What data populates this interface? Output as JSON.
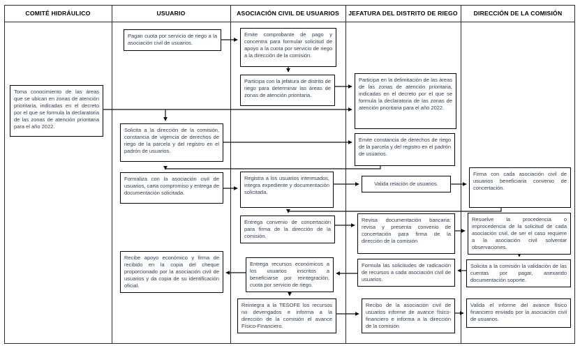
{
  "lanes": [
    {
      "label": "COMITÉ HIDRÁULICO"
    },
    {
      "label": "USUARIO"
    },
    {
      "label": "ASOCIACIÓN CIVIL DE USUARIOS"
    },
    {
      "label": "JEFATURA DEL DISTRITO DE RIEGO"
    },
    {
      "label": "DIRECCIÓN DE LA COMISIÓN"
    }
  ],
  "boxes": [
    {
      "lane": "USUARIO",
      "text": "Pagan cuota por servicio de riego a la asociación civil de usuarios."
    },
    {
      "lane": "ASOCIACIÓN CIVIL DE USUARIOS",
      "text": "Emite comprobante de pago y concentra para formular solicitud de apoyo a la cuota por servicio de riego a la dirección de la comisión."
    },
    {
      "lane": "ASOCIACIÓN CIVIL DE USUARIOS",
      "text": "Participa con la jefatura de distrito de riego para determinar las áreas de zonas de atención prioritaria."
    },
    {
      "lane": "JEFATURA DEL DISTRITO DE RIEGO",
      "text": "Participa en la delimitación de las áreas de las zonas de atención prioritaria, indicadas en el decreto por el que se formula la declaratoria de las zonas de atención prioritaria para el año 2022."
    },
    {
      "lane": "COMITÉ HIDRÁULICO",
      "text": "Toma conocimiento de las áreas que se ubican en zonas de atención prioritaria, indicadas en el decreto por el que se formula la declaratoria de las zonas de atención prioritaria para el año 2022."
    },
    {
      "lane": "USUARIO",
      "text": "Solicita a la dirección de la comisión, constancia de vigencia de derechos de riego de la parcela y del registro en el padrón de usuarios."
    },
    {
      "lane": "JEFATURA DEL DISTRITO DE RIEGO",
      "text": "Emite constancia de derechos de riego de la parcela y del registro en el padrón de usuarios."
    },
    {
      "lane": "USUARIO",
      "text": "Formaliza con la asociación civil de usuarios, carta compromiso y entrega de documentación solicitada."
    },
    {
      "lane": "ASOCIACIÓN CIVIL DE USUARIOS",
      "text": "Registra a los usuarios interesados, integra expediente y documentación solicitada."
    },
    {
      "lane": "JEFATURA DEL DISTRITO DE RIEGO",
      "text": "Valida relación de usuarios."
    },
    {
      "lane": "DIRECCIÓN DE LA COMISIÓN",
      "text": "Firma con cada asociación civil de usuarios beneficiaria convenio de concertación."
    },
    {
      "lane": "ASOCIACIÓN CIVIL DE USUARIOS",
      "text": "Entrega convenio de concertación para firma de la dirección de la comisión."
    },
    {
      "lane": "JEFATURA DEL DISTRITO DE RIEGO",
      "text": "Revisa documentación bancaria: revisa y presenta convenio de concertación para firma de la dirección de la comisión"
    },
    {
      "lane": "DIRECCIÓN DE LA COMISIÓN",
      "text": "Resuelve la procedencia o improcedencia de la solicitud de cada asociación civil, de ser el caso requiere a la asociación civil solventar observaciones."
    },
    {
      "lane": "DIRECCIÓN DE LA COMISIÓN",
      "text": "Solicita a la comisión la validación de las cuentas por pagar, anexando documentación soporte."
    },
    {
      "lane": "JEFATURA DEL DISTRITO DE RIEGO",
      "text": "Formula las solicitudes de radicación de recursos a cada asociación civil de usuarios."
    },
    {
      "lane": "ASOCIACIÓN CIVIL DE USUARIOS",
      "text": "Entrega recursos económicos a los usuarios inscritos a beneficiarse por reintegración, cuota por servicio de riego."
    },
    {
      "lane": "USUARIO",
      "text": "Recibe apoyo económico y firma de recibido en la copia del cheque proporcionado por la asociación civil de usuarios y da copia de su identificación oficial."
    },
    {
      "lane": "ASOCIACIÓN CIVIL DE USUARIOS",
      "text": "Reintegra a la TESOFE los recursos no devengados e informa a la dirección de la comisión el avance Físico-Financiero."
    },
    {
      "lane": "JEFATURA DEL DISTRITO DE RIEGO",
      "text": "Recibo de la asociación civil de usuarios informe de avance físico-financiero e informa a la dirección de la comisión"
    },
    {
      "lane": "DIRECCIÓN DE LA COMISIÓN",
      "text": "Valida el informe del avance físico financiero enviado por la asociación civil de usuarios."
    }
  ],
  "colors": {
    "box_text": "#2f3b52",
    "line": "#111111",
    "border": "#000000",
    "background": "#ffffff"
  }
}
